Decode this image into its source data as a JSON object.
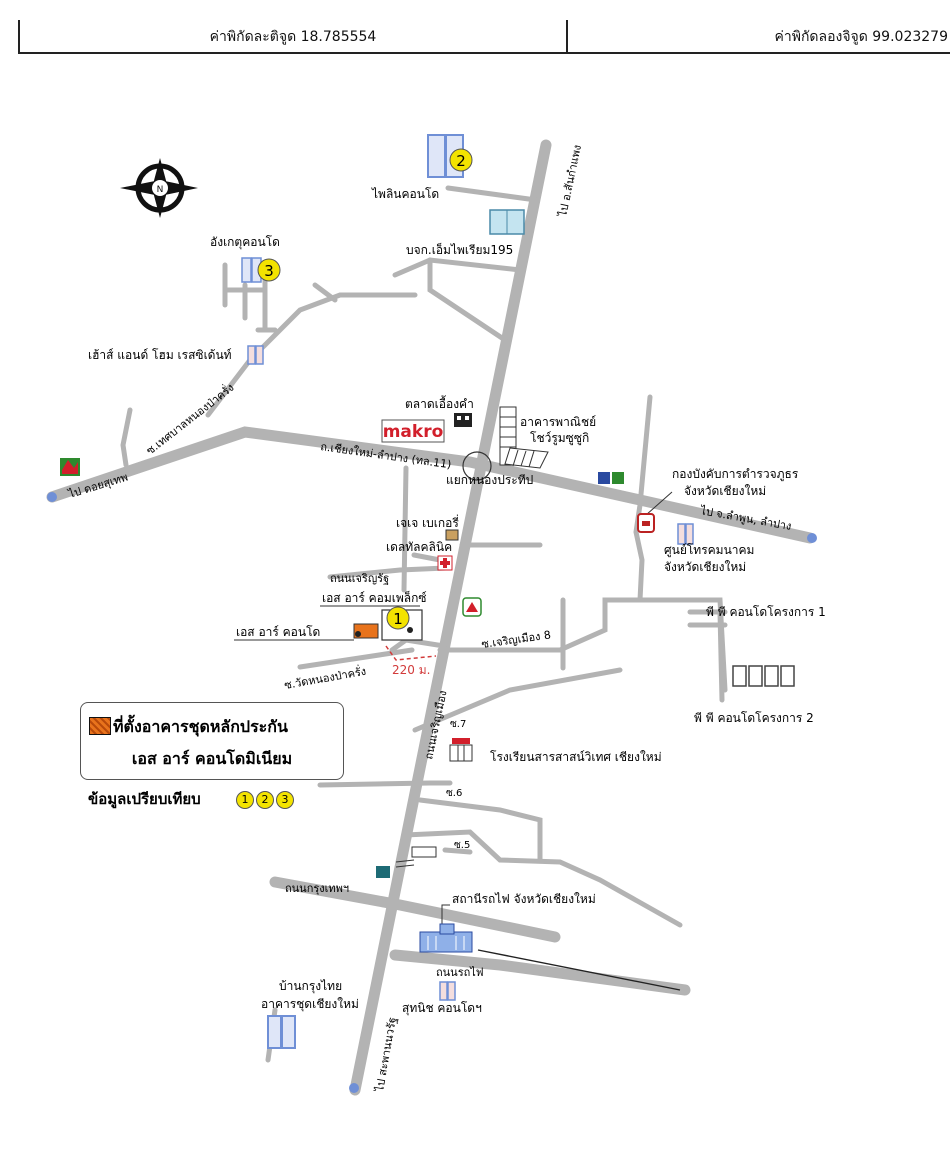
{
  "coordinates": {
    "latitude_text": "ค่าพิกัดละติจูด 18.785554",
    "longitude_text": "ค่าพิกัดลองจิจูด 99.023279"
  },
  "roads": {
    "main_ns": "ถนนเจริญเมือง",
    "main_ew": "ถ.เชียงใหม่-ลำปาง (ทล.11)",
    "to_north": "ไป อ.สันกำแพง",
    "to_south": "ไป สะพานนวรัฐ",
    "to_west": "ไป ดอยสุเทพ",
    "to_east": "ไป จ.ลำพูน, ลำปาง",
    "soi_wat": "ซ.วัดหนองป่าครั่ง",
    "soi_charoen8": "ซ.เจริญเมือง 8",
    "soi_7": "ซ.7",
    "soi_6": "ซ.6",
    "soi_5": "ซ.5",
    "road_charoenrat": "ถนนเจริญรัฐ",
    "road_krungthep": "ถนนกรุงเทพฯ",
    "road_rotfai": "ถนนรถไฟ",
    "soi_thesaban": "ซ.เทศบาลหนองป่าครั่ง",
    "intersection": "แยกหนองประทีป",
    "distance": "220 ม."
  },
  "places": {
    "pilin": "ไพลินคอนโด",
    "empire": "บจก.เอ็มไพเรียม195",
    "angket": "อังเกตุคอนโด",
    "house_home": "เฮ้าส์ แอนด์ โฮม เรสซิเด้นท์",
    "market": "ตลาดเอื้องคำ",
    "makro": "makro",
    "commercial1": "อาคารพาณิชย์",
    "commercial2": "โชว์รูมซูซูกิ",
    "police1": "กองบังคับการตำรวจภูธร",
    "police2": "จังหวัดเชียงใหม่",
    "comm_center1": "ศูนย์โทรคมนาคม",
    "comm_center2": "จังหวัดเชียงใหม่",
    "bakery": "เจเจ เบเกอรี่",
    "clinic": "เดลทัลคลินิค",
    "sr_complex": "เอส อาร์ คอมเพล็กซ์",
    "sr_condo": "เอส อาร์ คอนโด",
    "pp1": "พี พี คอนโดโครงการ 1",
    "pp2": "พี พี คอนโดโครงการ 2",
    "school": "โรงเรียนสารสาสน์วิเทศ เชียงใหม่",
    "station": "สถานีรถไฟ จังหวัดเชียงใหม่",
    "bankrungthai1": "บ้านกรุงไทย",
    "bankrungthai2": "อาคารชุดเชียงใหม่",
    "sutanit": "สุทนิช คอนโดฯ"
  },
  "legend": {
    "line1": "ที่ตั้งอาคารชุดหลักประกัน",
    "line2": "เอส อาร์ คอนโดมิเนียม",
    "compare_label": "ข้อมูลเปรียบเทียบ",
    "badges": [
      "1",
      "2",
      "3"
    ]
  },
  "markers": {
    "m1": "1",
    "m2": "2",
    "m3": "3",
    "compass": "N"
  },
  "colors": {
    "road": "#b3b3b3",
    "marker": "#f3e300",
    "subject": "#e8731c",
    "distance": "#d23b3b",
    "makro": "#d21f2b",
    "building": "#6f8fd6"
  }
}
